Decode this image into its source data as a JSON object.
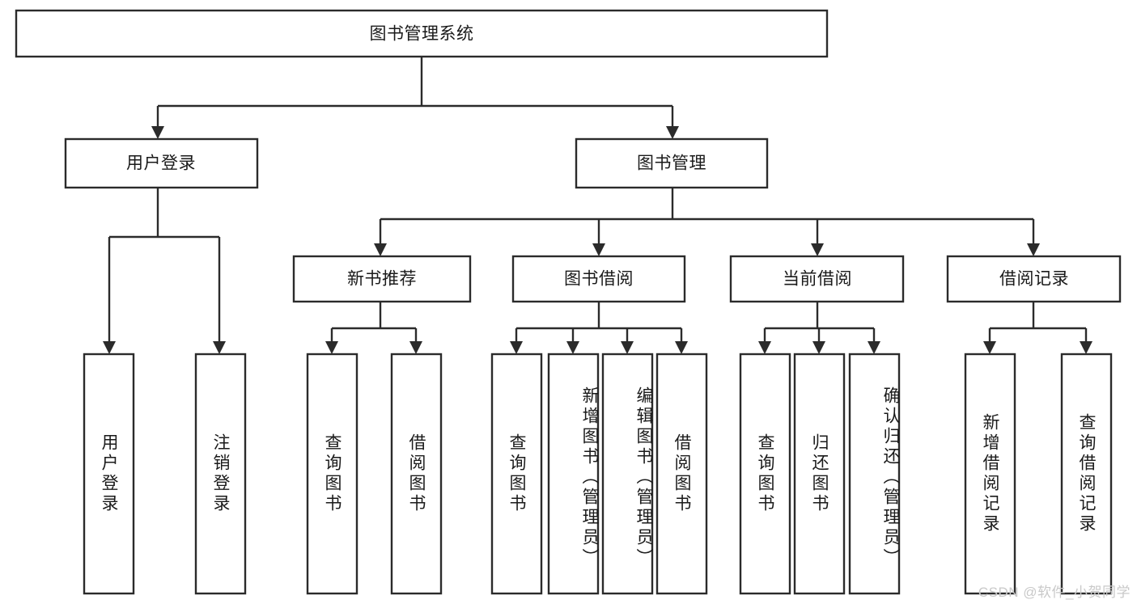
{
  "diagram": {
    "type": "tree-hierarchy",
    "title": "图书管理系统",
    "accent_color": "#2b2b2b",
    "box_fill": "#ffffff",
    "root": {
      "id": "root",
      "label": "图书管理系统",
      "orientation": "horizontal"
    },
    "level2": [
      {
        "id": "user-login",
        "label": "用户登录",
        "orientation": "horizontal"
      },
      {
        "id": "book-management",
        "label": "图书管理",
        "orientation": "horizontal"
      }
    ],
    "level3": [
      {
        "id": "new-book-recommend",
        "label": "新书推荐",
        "orientation": "horizontal",
        "parent": "book-management"
      },
      {
        "id": "book-borrow",
        "label": "图书借阅",
        "orientation": "horizontal",
        "parent": "book-management"
      },
      {
        "id": "current-borrow",
        "label": "当前借阅",
        "orientation": "horizontal",
        "parent": "book-management"
      },
      {
        "id": "borrow-record",
        "label": "借阅记录",
        "orientation": "horizontal",
        "parent": "book-management"
      }
    ],
    "leaves": [
      {
        "id": "leaf-user-login",
        "label": "用户登录",
        "orientation": "vertical",
        "parent": "user-login"
      },
      {
        "id": "leaf-user-logout",
        "label": "注销登录",
        "orientation": "vertical",
        "parent": "user-login"
      },
      {
        "id": "leaf-query-book-1",
        "label": "查询图书",
        "orientation": "vertical",
        "parent": "new-book-recommend"
      },
      {
        "id": "leaf-borrow-book-1",
        "label": "借阅图书",
        "orientation": "vertical",
        "parent": "new-book-recommend"
      },
      {
        "id": "leaf-query-book-2",
        "label": "查询图书",
        "orientation": "vertical",
        "parent": "book-borrow"
      },
      {
        "id": "leaf-add-book",
        "label": "新增图书（管理员）",
        "orientation": "vertical",
        "parent": "book-borrow"
      },
      {
        "id": "leaf-edit-book",
        "label": "编辑图书（管理员）",
        "orientation": "vertical",
        "parent": "book-borrow"
      },
      {
        "id": "leaf-borrow-book-2",
        "label": "借阅图书",
        "orientation": "vertical",
        "parent": "book-borrow"
      },
      {
        "id": "leaf-query-book-3",
        "label": "查询图书",
        "orientation": "vertical",
        "parent": "current-borrow"
      },
      {
        "id": "leaf-return-book",
        "label": "归还图书",
        "orientation": "vertical",
        "parent": "current-borrow"
      },
      {
        "id": "leaf-confirm-return",
        "label": "确认归还（管理员）",
        "orientation": "vertical",
        "parent": "current-borrow"
      },
      {
        "id": "leaf-add-record",
        "label": "新增借阅记录",
        "orientation": "vertical",
        "parent": "borrow-record"
      },
      {
        "id": "leaf-query-record",
        "label": "查询借阅记录",
        "orientation": "vertical",
        "parent": "borrow-record"
      }
    ]
  },
  "watermark": {
    "text": "CSDN @软件_小贺同学"
  }
}
